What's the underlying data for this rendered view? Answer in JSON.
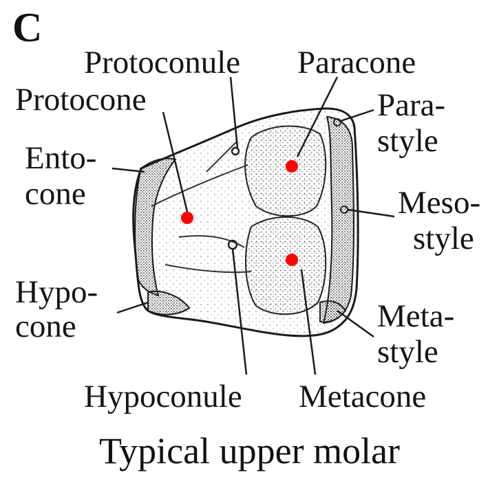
{
  "panel_letter": "C",
  "caption": "Typical upper molar",
  "labels": {
    "protoconule": "Protoconule",
    "paracone": "Paracone",
    "protocone": "Protocone",
    "parastyle_1": "Para-",
    "parastyle_2": "style",
    "entocone_1": "Ento-",
    "entocone_2": "cone",
    "mesostyle_1": "Meso-",
    "mesostyle_2": "style",
    "hypocone_1": "Hypo-",
    "hypocone_2": "cone",
    "metastyle_1": "Meta-",
    "metastyle_2": "style",
    "hypoconule": "Hypoconule",
    "metacone": "Metacone"
  },
  "markers": {
    "color": "#ff0000",
    "marked_cusps": [
      "Protocone",
      "Paracone",
      "Metacone"
    ]
  },
  "colors": {
    "line": "#1a1a1a",
    "stipple": "#555555"
  }
}
